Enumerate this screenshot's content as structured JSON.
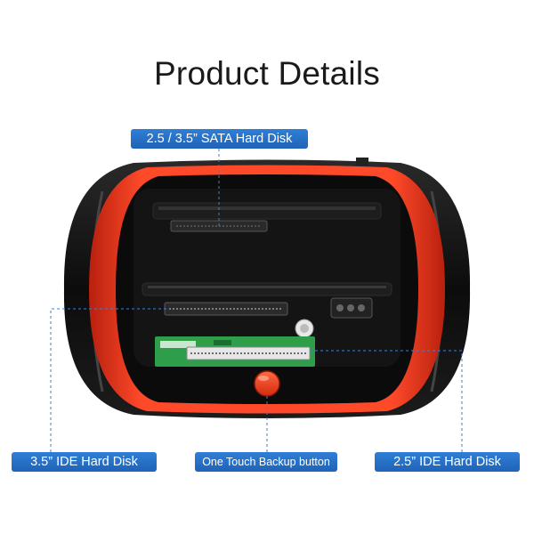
{
  "title": "Product Details",
  "labels": {
    "sata": "2.5 / 3.5” SATA Hard Disk",
    "ide35": "3.5” IDE Hard Disk",
    "backup": "One Touch Backup button",
    "ide25": "2.5” IDE Hard Disk"
  },
  "colors": {
    "label_bg": "#2a74cc",
    "device_body": "#111111",
    "device_accent": "#e8321a",
    "guide_line": "#3a7fd8"
  }
}
